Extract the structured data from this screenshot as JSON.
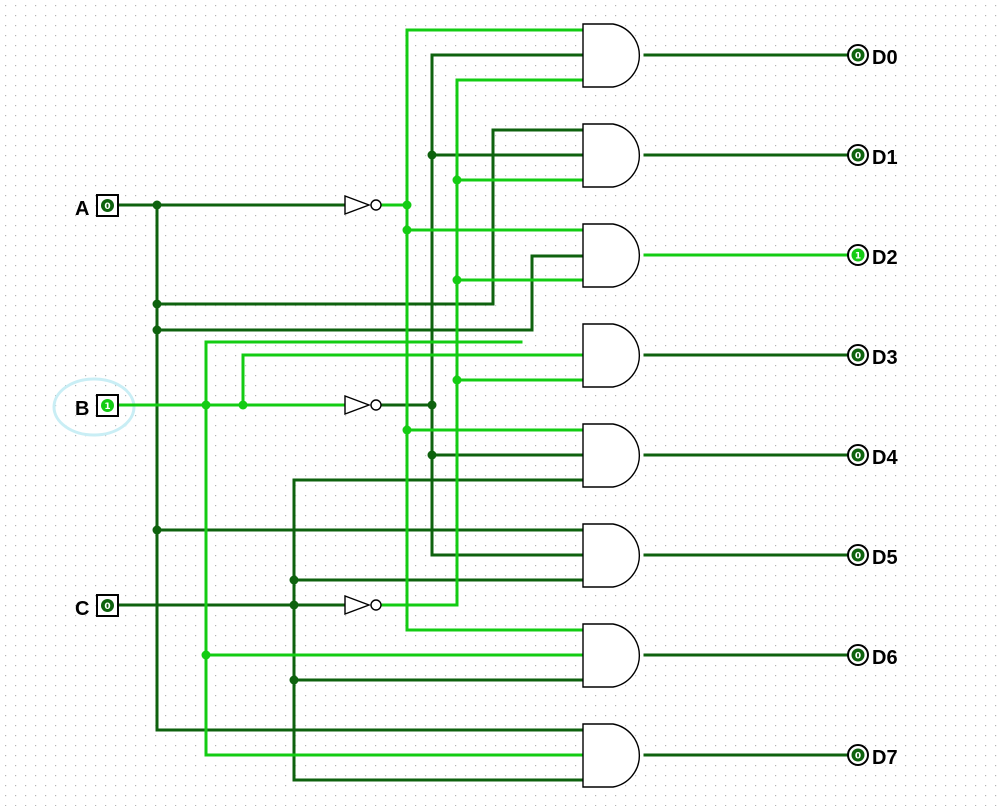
{
  "colors": {
    "wire_low": "#0e620e",
    "wire_high": "#13cc13",
    "grid_dot": "#b6b6b6",
    "gate_stroke": "#000000",
    "selection": "#c9eef5"
  },
  "inputs": [
    {
      "id": "A",
      "label": "A",
      "value": "0"
    },
    {
      "id": "B",
      "label": "B",
      "value": "1"
    },
    {
      "id": "C",
      "label": "C",
      "value": "0"
    }
  ],
  "outputs": [
    {
      "id": "D0",
      "label": "D0",
      "value": "0"
    },
    {
      "id": "D1",
      "label": "D1",
      "value": "0"
    },
    {
      "id": "D2",
      "label": "D2",
      "value": "1"
    },
    {
      "id": "D3",
      "label": "D3",
      "value": "0"
    },
    {
      "id": "D4",
      "label": "D4",
      "value": "0"
    },
    {
      "id": "D5",
      "label": "D5",
      "value": "0"
    },
    {
      "id": "D6",
      "label": "D6",
      "value": "0"
    },
    {
      "id": "D7",
      "label": "D7",
      "value": "0"
    }
  ],
  "selected_input": "B"
}
